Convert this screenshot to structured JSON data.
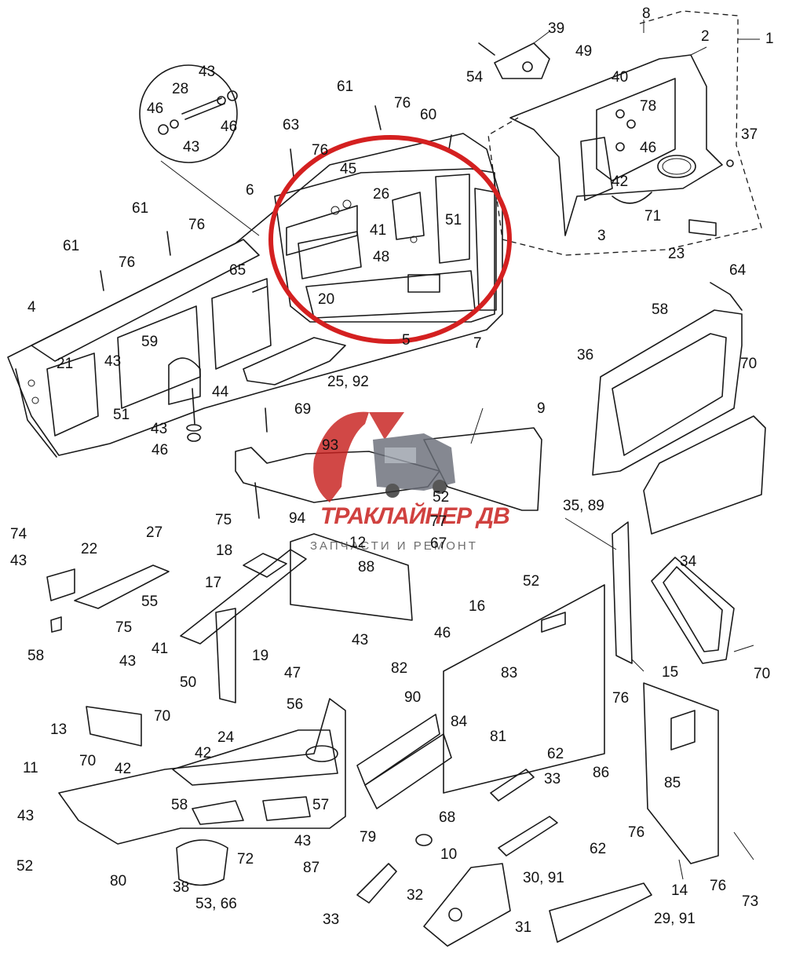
{
  "labels": [
    "1",
    "2",
    "8",
    "39",
    "54",
    "49",
    "40",
    "78",
    "46",
    "37",
    "42",
    "71",
    "3",
    "23",
    "43",
    "28",
    "46",
    "43",
    "46",
    "61",
    "76",
    "60",
    "63",
    "76",
    "45",
    "26",
    "6",
    "41",
    "51",
    "48",
    "61",
    "76",
    "61",
    "76",
    "65",
    "4",
    "20",
    "5",
    "7",
    "64",
    "58",
    "70",
    "36",
    "59",
    "21",
    "43",
    "25, 92",
    "44",
    "51",
    "43",
    "46",
    "69",
    "9",
    "93",
    "52",
    "94",
    "77",
    "67",
    "88",
    "75",
    "35, 89",
    "74",
    "43",
    "22",
    "27",
    "18",
    "12",
    "17",
    "55",
    "75",
    "58",
    "43",
    "41",
    "50",
    "19",
    "47",
    "43",
    "46",
    "82",
    "83",
    "84",
    "81",
    "90",
    "16",
    "52",
    "34",
    "15",
    "70",
    "13",
    "70",
    "56",
    "24",
    "42",
    "11",
    "70",
    "42",
    "58",
    "57",
    "43",
    "52",
    "72",
    "79",
    "87",
    "43",
    "80",
    "38",
    "53, 66",
    "33",
    "32",
    "31",
    "10",
    "68",
    "33",
    "30, 91",
    "29, 91",
    "76",
    "62",
    "86",
    "85",
    "62",
    "76",
    "14",
    "76",
    "73"
  ],
  "watermark": {
    "brand": "ТРАКЛАЙНЕР ДВ",
    "tagline": "ЗАПЧАСТИ И РЕМОНТ",
    "brand_color": "#c8201e",
    "truck_color": "#6b6f7a"
  },
  "highlight": {
    "color": "#d42020",
    "shape": "ellipse"
  }
}
